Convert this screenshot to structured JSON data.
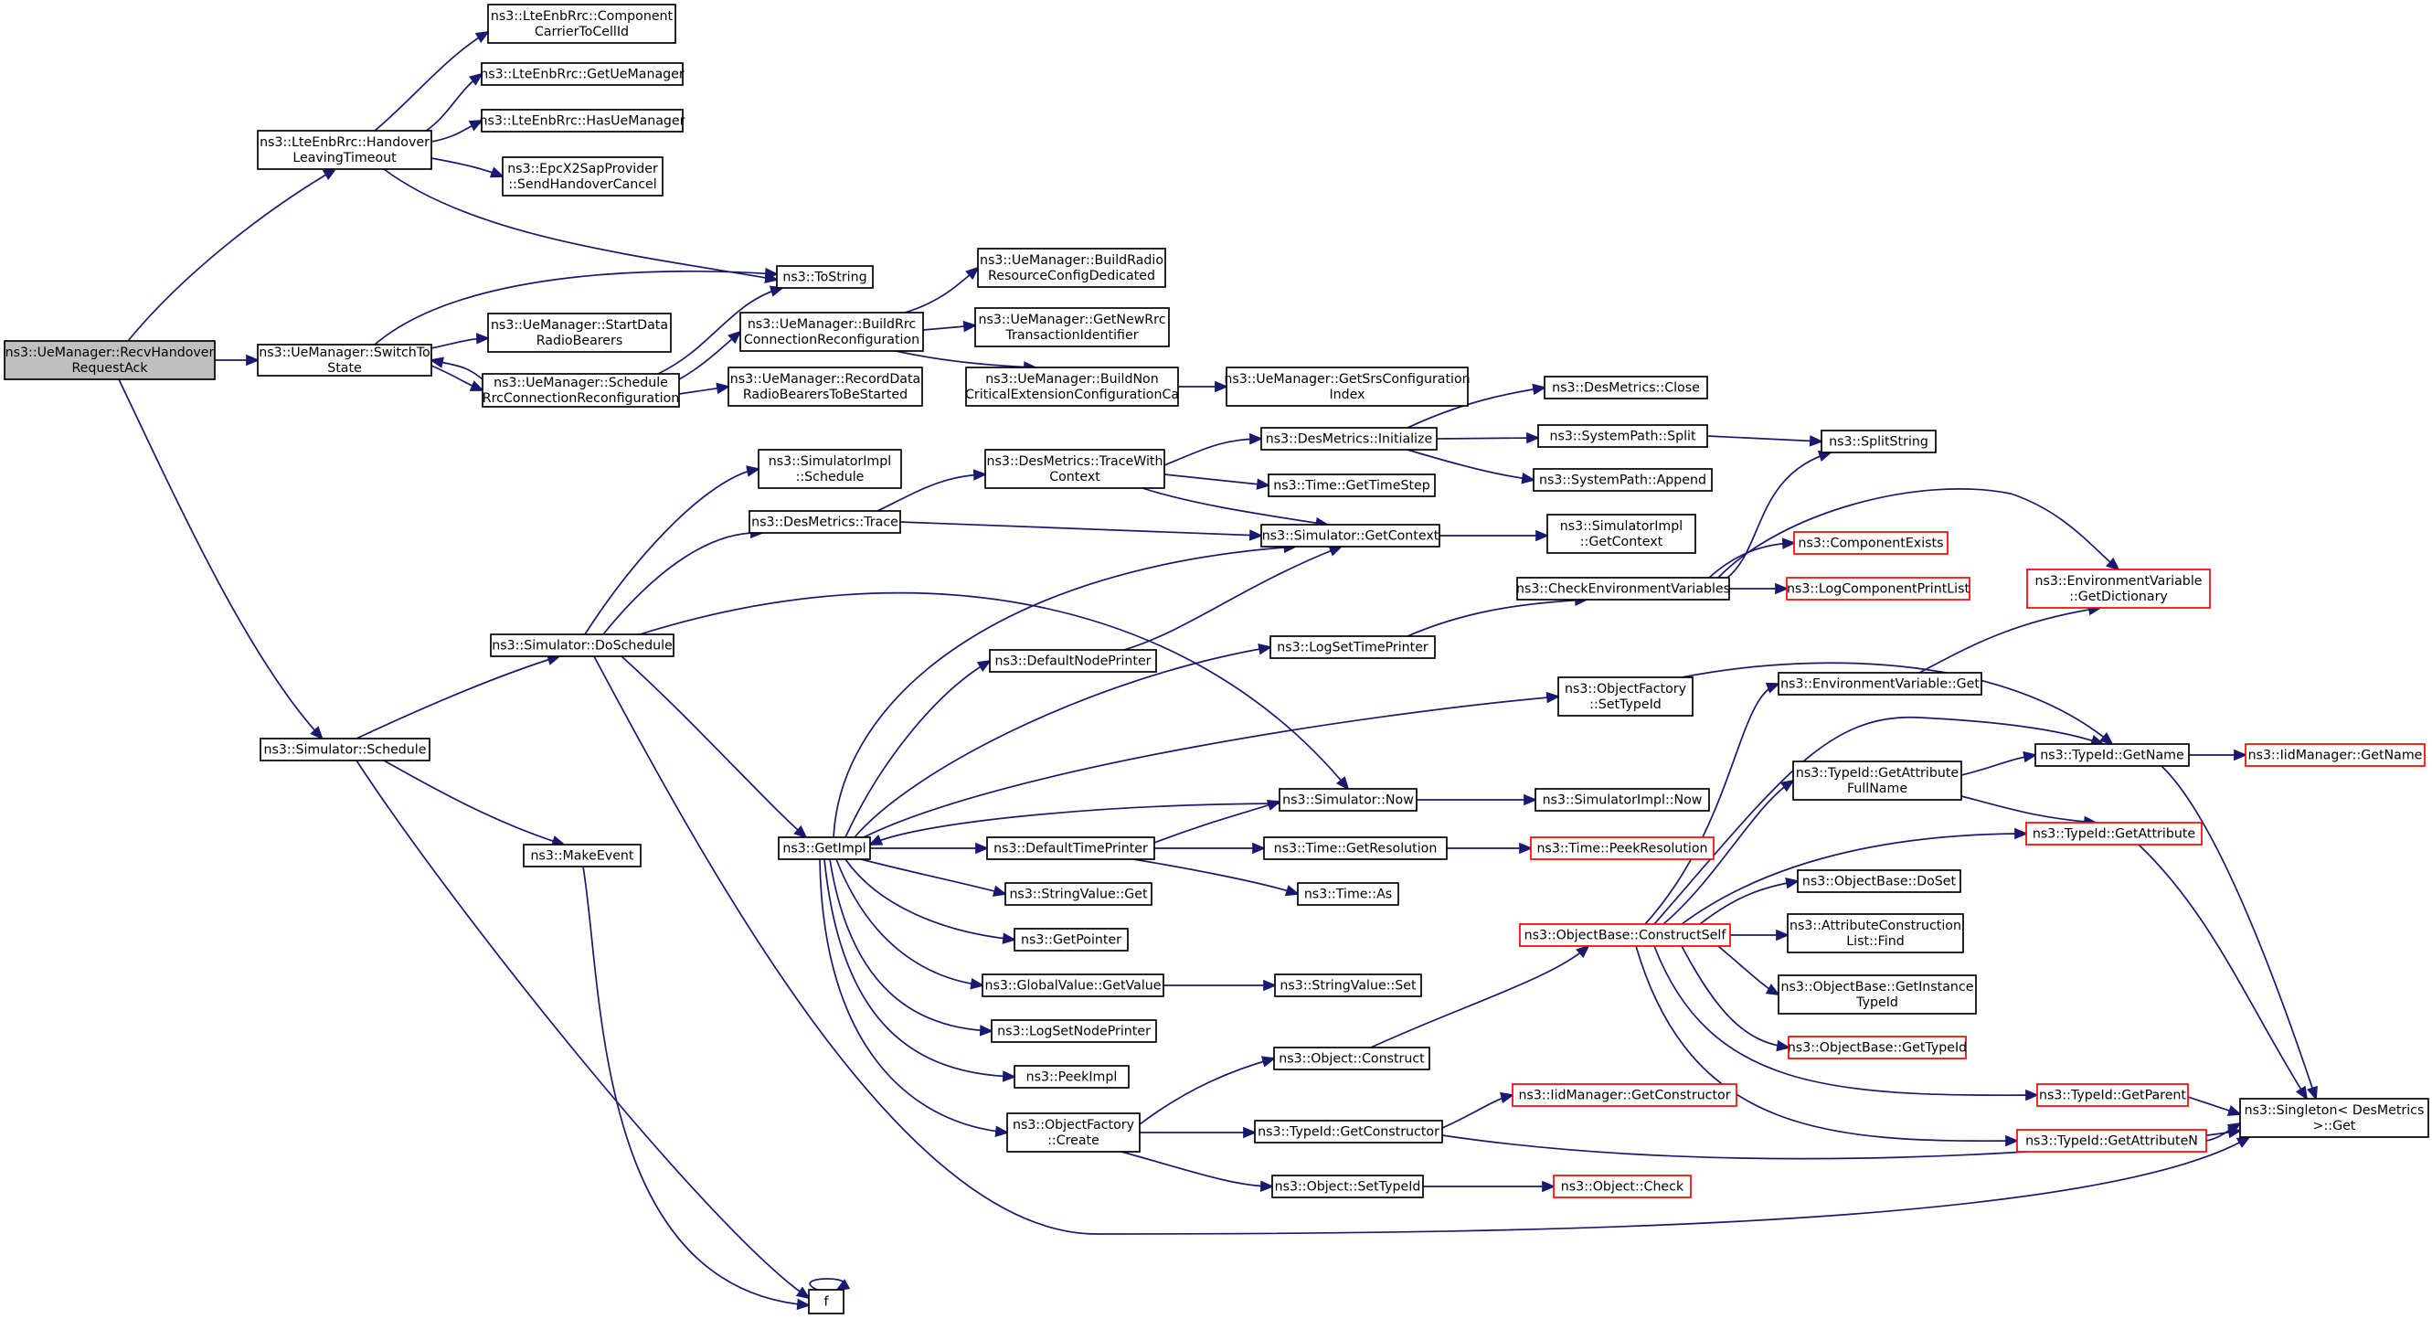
{
  "colors": {
    "edge": "#191970",
    "box_border": "#000000",
    "box_border_truncated": "#ff0000",
    "root_fill": "#bfbfbf"
  },
  "nodes": [
    {
      "id": "root",
      "lines": [
        "ns3::UeManager::RecvHandover",
        "RequestAck"
      ],
      "root": true
    },
    {
      "id": "hlt",
      "lines": [
        "ns3::LteEnbRrc::Handover",
        "LeavingTimeout"
      ]
    },
    {
      "id": "cctc",
      "lines": [
        "ns3::LteEnbRrc::Component",
        "CarrierToCellId"
      ]
    },
    {
      "id": "gum",
      "lines": [
        "ns3::LteEnbRrc::GetUeManager"
      ]
    },
    {
      "id": "hum",
      "lines": [
        "ns3::LteEnbRrc::HasUeManager"
      ]
    },
    {
      "id": "shc",
      "lines": [
        "ns3::EpcX2SapProvider",
        "::SendHandoverCancel"
      ]
    },
    {
      "id": "tostr",
      "lines": [
        "ns3::ToString"
      ]
    },
    {
      "id": "switch",
      "lines": [
        "ns3::UeManager::SwitchTo",
        "State"
      ]
    },
    {
      "id": "sdrb",
      "lines": [
        "ns3::UeManager::StartData",
        "RadioBearers"
      ]
    },
    {
      "id": "srrc",
      "lines": [
        "ns3::UeManager::Schedule",
        "RrcConnectionReconfiguration"
      ]
    },
    {
      "id": "brrc",
      "lines": [
        "ns3::UeManager::BuildRrc",
        "ConnectionReconfiguration"
      ]
    },
    {
      "id": "rdrb",
      "lines": [
        "ns3::UeManager::RecordData",
        "RadioBearersToBeStarted"
      ]
    },
    {
      "id": "brrcd",
      "lines": [
        "ns3::UeManager::BuildRadio",
        "ResourceConfigDedicated"
      ]
    },
    {
      "id": "gnrti",
      "lines": [
        "ns3::UeManager::GetNewRrc",
        "TransactionIdentifier"
      ]
    },
    {
      "id": "bncec",
      "lines": [
        "ns3::UeManager::BuildNon",
        "CriticalExtensionConfigurationCa"
      ]
    },
    {
      "id": "gsrs",
      "lines": [
        "ns3::UeManager::GetSrsConfiguration",
        "Index"
      ]
    },
    {
      "id": "sched",
      "lines": [
        "ns3::Simulator::Schedule"
      ]
    },
    {
      "id": "dosch",
      "lines": [
        "ns3::Simulator::DoSchedule"
      ]
    },
    {
      "id": "mkev",
      "lines": [
        "ns3::MakeEvent"
      ]
    },
    {
      "id": "f",
      "lines": [
        "f"
      ]
    },
    {
      "id": "simplsch",
      "lines": [
        "ns3::SimulatorImpl",
        "::Schedule"
      ]
    },
    {
      "id": "dtrace",
      "lines": [
        "ns3::DesMetrics::Trace"
      ]
    },
    {
      "id": "dtwc",
      "lines": [
        "ns3::DesMetrics::TraceWith",
        "Context"
      ]
    },
    {
      "id": "dinit",
      "lines": [
        "ns3::DesMetrics::Initialize"
      ]
    },
    {
      "id": "dclose",
      "lines": [
        "ns3::DesMetrics::Close"
      ]
    },
    {
      "id": "spsplit",
      "lines": [
        "ns3::SystemPath::Split"
      ]
    },
    {
      "id": "spappend",
      "lines": [
        "ns3::SystemPath::Append"
      ]
    },
    {
      "id": "splitstr",
      "lines": [
        "ns3::SplitString"
      ]
    },
    {
      "id": "tgts",
      "lines": [
        "ns3::Time::GetTimeStep"
      ]
    },
    {
      "id": "sgc",
      "lines": [
        "ns3::Simulator::GetContext"
      ]
    },
    {
      "id": "sigc",
      "lines": [
        "ns3::SimulatorImpl",
        "::GetContext"
      ]
    },
    {
      "id": "cev",
      "lines": [
        "ns3::CheckEnvironmentVariables"
      ]
    },
    {
      "id": "compex",
      "lines": [
        "ns3::ComponentExists"
      ],
      "red": true
    },
    {
      "id": "lcpl",
      "lines": [
        "ns3::LogComponentPrintList"
      ],
      "red": true
    },
    {
      "id": "evgd",
      "lines": [
        "ns3::EnvironmentVariable",
        "::GetDictionary"
      ],
      "red": true
    },
    {
      "id": "dnp",
      "lines": [
        "ns3::DefaultNodePrinter"
      ]
    },
    {
      "id": "lstp",
      "lines": [
        "ns3::LogSetTimePrinter"
      ]
    },
    {
      "id": "ofsti",
      "lines": [
        "ns3::ObjectFactory",
        "::SetTypeId"
      ]
    },
    {
      "id": "evget",
      "lines": [
        "ns3::EnvironmentVariable::Get"
      ]
    },
    {
      "id": "getimpl",
      "lines": [
        "ns3::GetImpl"
      ]
    },
    {
      "id": "snow",
      "lines": [
        "ns3::Simulator::Now"
      ]
    },
    {
      "id": "sinow",
      "lines": [
        "ns3::SimulatorImpl::Now"
      ]
    },
    {
      "id": "dtp",
      "lines": [
        "ns3::DefaultTimePrinter"
      ]
    },
    {
      "id": "tgr",
      "lines": [
        "ns3::Time::GetResolution"
      ]
    },
    {
      "id": "tpr",
      "lines": [
        "ns3::Time::PeekResolution"
      ],
      "red": true
    },
    {
      "id": "tas",
      "lines": [
        "ns3::Time::As"
      ]
    },
    {
      "id": "svget",
      "lines": [
        "ns3::StringValue::Get"
      ]
    },
    {
      "id": "gptr",
      "lines": [
        "ns3::GetPointer"
      ]
    },
    {
      "id": "gvgv",
      "lines": [
        "ns3::GlobalValue::GetValue"
      ]
    },
    {
      "id": "svset",
      "lines": [
        "ns3::StringValue::Set"
      ]
    },
    {
      "id": "lsnp",
      "lines": [
        "ns3::LogSetNodePrinter"
      ]
    },
    {
      "id": "pimpl",
      "lines": [
        "ns3::PeekImpl"
      ]
    },
    {
      "id": "ofcreate",
      "lines": [
        "ns3::ObjectFactory",
        "::Create"
      ]
    },
    {
      "id": "oconstruct",
      "lines": [
        "ns3::Object::Construct"
      ]
    },
    {
      "id": "tigc",
      "lines": [
        "ns3::TypeId::GetConstructor"
      ]
    },
    {
      "id": "osti",
      "lines": [
        "ns3::Object::SetTypeId"
      ]
    },
    {
      "id": "imgc",
      "lines": [
        "ns3::IidManager::GetConstructor"
      ],
      "red": true
    },
    {
      "id": "ocheck",
      "lines": [
        "ns3::Object::Check"
      ],
      "red": true
    },
    {
      "id": "obcs",
      "lines": [
        "ns3::ObjectBase::ConstructSelf"
      ],
      "red": true
    },
    {
      "id": "tigafn",
      "lines": [
        "ns3::TypeId::GetAttribute",
        "FullName"
      ]
    },
    {
      "id": "obdoset",
      "lines": [
        "ns3::ObjectBase::DoSet"
      ]
    },
    {
      "id": "aclf",
      "lines": [
        "ns3::AttributeConstruction",
        "List::Find"
      ]
    },
    {
      "id": "obgit",
      "lines": [
        "ns3::ObjectBase::GetInstance",
        "TypeId"
      ]
    },
    {
      "id": "obgti",
      "lines": [
        "ns3::ObjectBase::GetTypeId"
      ],
      "red": true
    },
    {
      "id": "tigname",
      "lines": [
        "ns3::TypeId::GetName"
      ]
    },
    {
      "id": "imgname",
      "lines": [
        "ns3::IidManager::GetName"
      ],
      "red": true
    },
    {
      "id": "tigattr",
      "lines": [
        "ns3::TypeId::GetAttribute"
      ],
      "red": true
    },
    {
      "id": "tigparent",
      "lines": [
        "ns3::TypeId::GetParent"
      ],
      "red": true
    },
    {
      "id": "tigattrn",
      "lines": [
        "ns3::TypeId::GetAttributeN"
      ],
      "red": true
    },
    {
      "id": "singleton",
      "lines": [
        "ns3::Singleton< DesMetrics",
        ">::Get"
      ]
    }
  ]
}
